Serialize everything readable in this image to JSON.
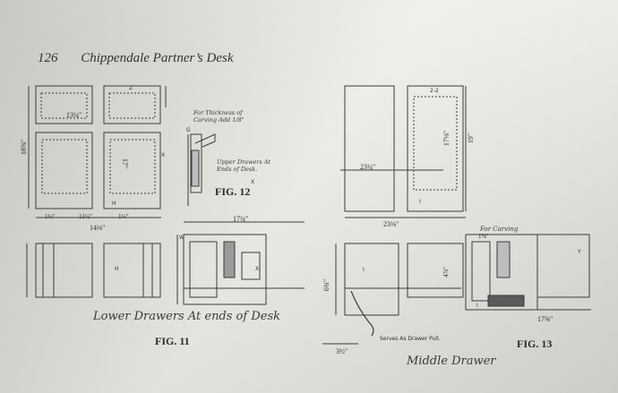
{
  "page": {
    "number": "126",
    "title": "Chippendale Partner’s Desk"
  },
  "figures": {
    "fig11": {
      "label": "FIG. 11",
      "caption": "Lower Drawers At ends of Desk"
    },
    "fig12": {
      "label": "FIG. 12",
      "note_carving": "For Thickness of Carving Add 1/8\"",
      "note_upper": "Upper Drawers At Ends of Desk."
    },
    "fig13": {
      "label": "FIG. 13",
      "note_carving": "For Carving",
      "note_pull": "Serves As Drawer Pull.",
      "caption": "Middle Drawer"
    }
  },
  "dimensions": {
    "d_13_1_4": "13¼\"",
    "d_17": "17\"",
    "d_18_5_8": "18⅝\"",
    "d_1_1_4": "1¼\"",
    "d_11_1_2": "11½\"",
    "d_14_1_8": "14⅛\"",
    "d_17_3_4": "17¾\"",
    "d_23_1_4": "23¼\"",
    "d_23_3_8": "23⅜\"",
    "d_17_1_8": "17⅛\"",
    "d_19": "19\"",
    "d_6_3_4": "6¾\"",
    "d_3_1_2": "3½\"",
    "d_4_7_8": "4⅞\"",
    "d_17_5_8": "17⅝\"",
    "d_1_3_8": "1⅜\"",
    "d_2_2": "2-2"
  },
  "markers": {
    "m_w": "W",
    "m_x": "X",
    "m_y": "Y",
    "m_z": "Z",
    "m_h": "H",
    "m_i": "I",
    "m_g": "G"
  }
}
